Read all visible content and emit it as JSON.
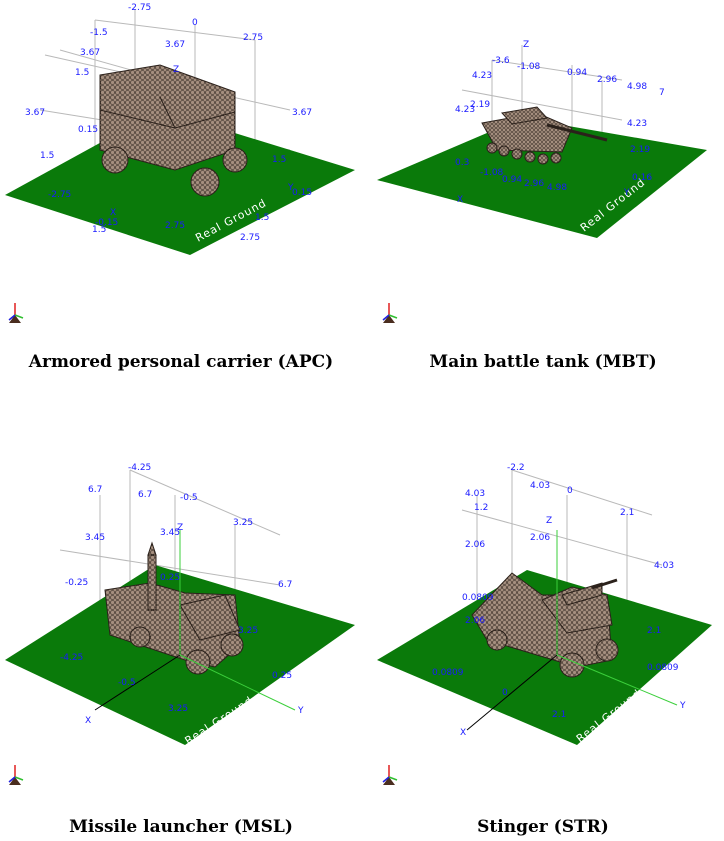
{
  "colors": {
    "ground": "#0a7a0a",
    "vehicle": "#a58f7f",
    "mesh": "#2b211b",
    "grid": "#b9b9b9",
    "axis_text": "#1a1aff",
    "x_axis": "#000000",
    "y_axis": "#3bcf3b"
  },
  "panels": [
    {
      "caption": "Armored personal carrier (APC)",
      "ground_label": "Real Ground",
      "axis_z": "Z",
      "axis_x": "X",
      "axis_y": "Y",
      "ticks": [
        "-2.75",
        "-1.5",
        "0",
        "1.5",
        "2.75",
        "3.67",
        "3.67",
        "3.67",
        "3.67",
        "0.15",
        "1.5",
        "-2.75",
        "-0.15",
        "1.5",
        "2.75",
        "1.5",
        "2.75",
        "0.15",
        "1.5"
      ]
    },
    {
      "caption": "Main battle tank (MBT)",
      "ground_label": "Real Ground",
      "axis_z": "Z",
      "axis_x": "X",
      "axis_y": "Y",
      "ticks": [
        "-3.6",
        "-1.08",
        "0.94",
        "2.96",
        "4.98",
        "7",
        "4.23",
        "4.23",
        "2.19",
        "4.23",
        "0.3",
        "-1.08",
        "0.94",
        "2.96",
        "4.98",
        "2.19",
        "0.16"
      ]
    },
    {
      "caption": "Missile launcher (MSL)",
      "ground_label": "Real Ground",
      "axis_z": "Z",
      "axis_x": "X",
      "axis_y": "Y",
      "ticks": [
        "-4.25",
        "-0.5",
        "3.25",
        "6.7",
        "3.45",
        "3.45",
        "6.7",
        "-0.25",
        "6.7",
        "3.25",
        "-4.25",
        "-0.5",
        "3.25",
        "0.25",
        "0.25"
      ]
    },
    {
      "caption": "Stinger (STR)",
      "ground_label": "Real Ground",
      "axis_z": "Z",
      "axis_x": "X",
      "axis_y": "Y",
      "ticks": [
        "-2.2",
        "0",
        "2.1",
        "4.03",
        "4.03",
        "2.06",
        "2.06",
        "4.03",
        "1.2",
        "0.0809",
        "2.06",
        "2.1",
        "0.0809",
        "0.0809",
        "0",
        "2.1"
      ]
    }
  ]
}
